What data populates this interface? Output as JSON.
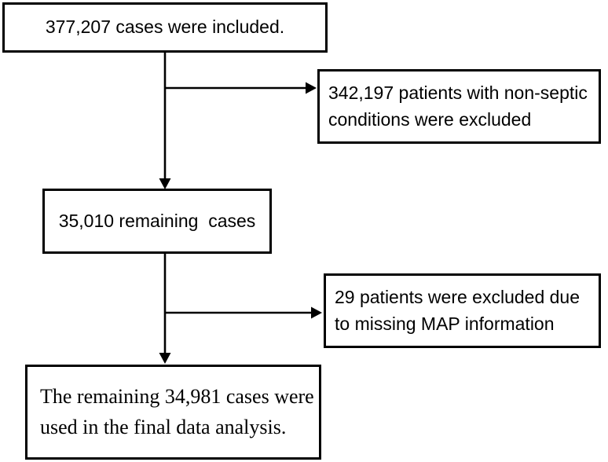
{
  "diagram": {
    "background_color": "#ffffff",
    "line_color": "#000000",
    "nodes": {
      "included": {
        "label": "377,207 cases were included."
      },
      "non_septic_excluded": {
        "lines": [
          "342,197 patients with non-septic",
          "conditions were excluded"
        ]
      },
      "remaining": {
        "label": "35,010 remaining  cases"
      },
      "map_excluded": {
        "lines": [
          "29 patients were excluded due",
          "to missing MAP information"
        ]
      },
      "final": {
        "lines": [
          "The remaining 34,981 cases were",
          "used in the final data analysis."
        ]
      }
    }
  }
}
